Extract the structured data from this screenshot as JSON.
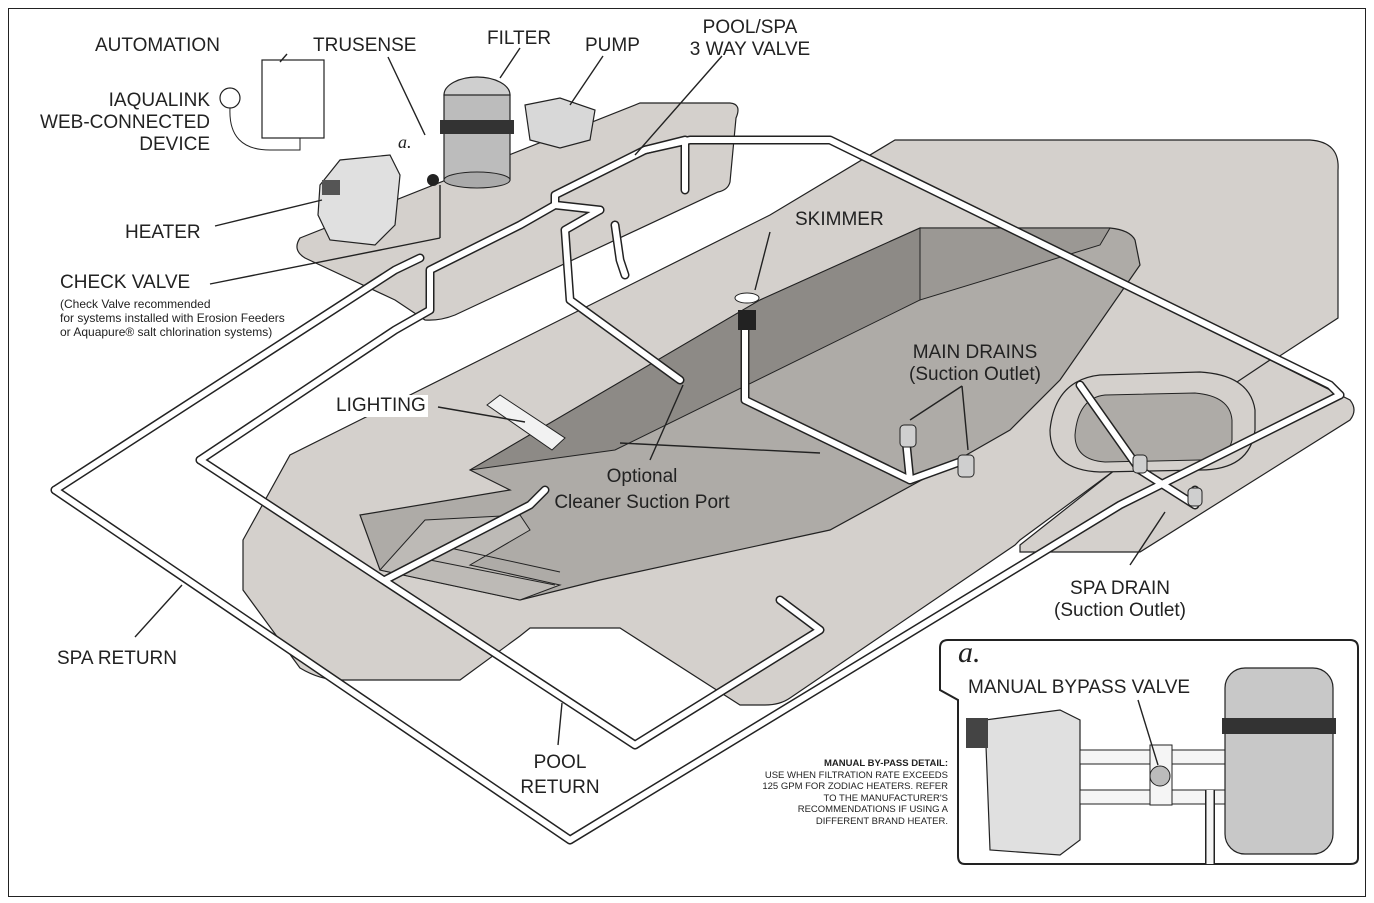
{
  "labels": {
    "automation": "AUTOMATION",
    "trusense": "TRUSENSE",
    "filter": "FILTER",
    "pump": "PUMP",
    "pool_spa_valve": [
      "POOL/SPA",
      "3 WAY VALVE"
    ],
    "iaqualink": [
      "IAQUALINK",
      "WEB-CONNECTED",
      "DEVICE"
    ],
    "heater": "HEATER",
    "check_valve": "CHECK VALVE",
    "check_valve_note": [
      "(Check Valve recommended",
      "for systems installed with Erosion Feeders",
      "or Aquapure® salt chlorination systems)"
    ],
    "skimmer": "SKIMMER",
    "main_drains": [
      "MAIN DRAINS",
      "(Suction Outlet)"
    ],
    "lighting": "LIGHTING",
    "cleaner_port": [
      "Optional",
      "Cleaner Suction Port"
    ],
    "spa_drain": [
      "SPA DRAIN",
      "(Suction Outlet)"
    ],
    "spa_return": "SPA RETURN",
    "pool_return": [
      "POOL",
      "RETURN"
    ],
    "detail_marker_small": "a.",
    "detail_marker": "a.",
    "manual_bypass": "MANUAL BYPASS VALVE",
    "bypass_detail_title": "MANUAL BY-PASS DETAIL:",
    "bypass_detail_text": [
      "USE WHEN FILTRATION RATE EXCEEDS",
      "125 GPM FOR ZODIAC HEATERS. REFER",
      "TO THE MANUFACTURER'S",
      "RECOMMENDATIONS IF USING A",
      "DIFFERENT BRAND HEATER."
    ]
  },
  "colors": {
    "deck": "#d4d0cc",
    "pool_floor": "#aeaba7",
    "pool_wall": "#8d8a86",
    "pipe": "#ffffff",
    "outline": "#222222",
    "equipment": "#cfcfcf"
  }
}
